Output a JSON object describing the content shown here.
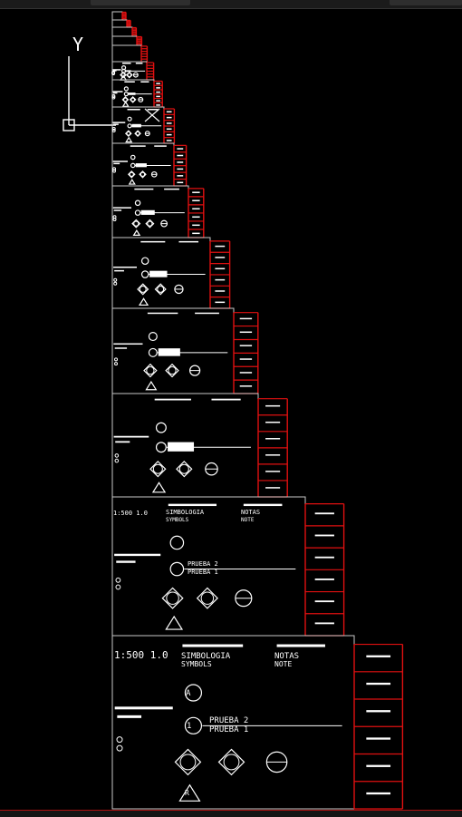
{
  "ucs": {
    "axis_label": "Y"
  },
  "sheet_texts": {
    "scale": "1:500 1.0",
    "symbology_es": "SIMBOLOGIA",
    "symbology_en": "SYMBOLS",
    "note_es": "NOTAS",
    "note_en": "NOTE",
    "symbol_letter": "A",
    "circle_number": "1",
    "label_top": "PRUEBA 2",
    "label_bottom": "PRUEBA 1",
    "triangle_letter": "R",
    "small_scale": "1:500 1.0"
  },
  "colors": {
    "background": "#000000",
    "line_white": "#ffffff",
    "frame_red": "#e01010",
    "frame_gray": "#c8c8c8"
  }
}
